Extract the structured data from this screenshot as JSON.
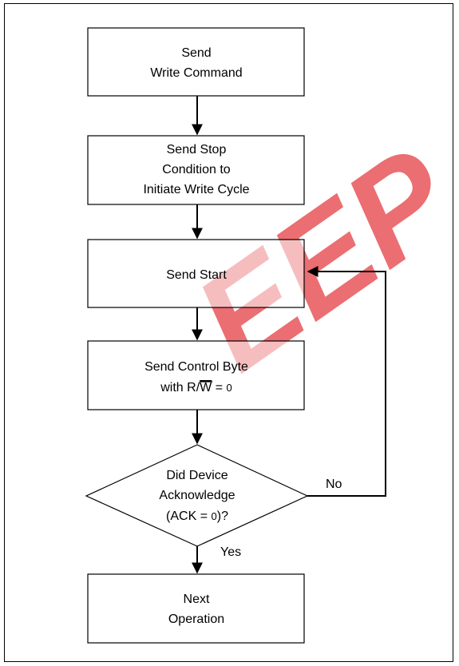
{
  "diagram": {
    "nodes": {
      "send_write": {
        "lines": [
          "Send",
          "Write Command"
        ]
      },
      "send_stop": {
        "lines": [
          "Send Stop",
          "Condition to",
          "Initiate Write Cycle"
        ]
      },
      "send_start": {
        "lines": [
          "Send Start"
        ]
      },
      "control_byte": {
        "line1": "Send Control Byte",
        "line2_prefix": "with R/",
        "line2_overbar": "W",
        "line2_eq": " = ",
        "line2_value": "0"
      },
      "decision": {
        "line1": "Did Device",
        "line2": "Acknowledge",
        "line3_prefix": "(ACK = ",
        "line3_value": "0",
        "line3_suffix": ")?"
      },
      "next_op": {
        "lines": [
          "Next",
          "Operation"
        ]
      }
    },
    "edges": {
      "no_label": "No",
      "yes_label": "Yes"
    },
    "watermark": {
      "text": "EEP",
      "color": "#e8555a"
    }
  }
}
